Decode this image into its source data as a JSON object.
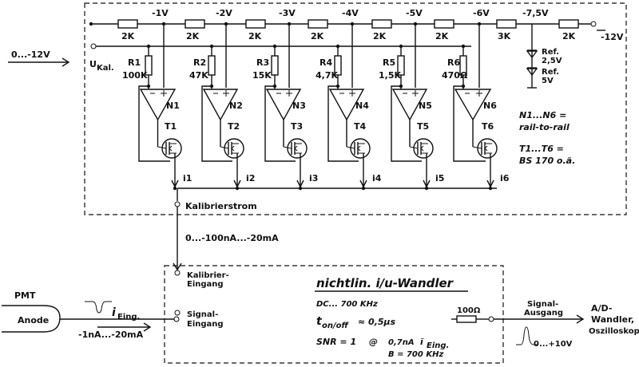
{
  "ladder": {
    "tap_voltages": [
      "-1V",
      "-2V",
      "-3V",
      "-4V",
      "-5V",
      "-6V",
      "-7,5V"
    ],
    "resistors": [
      "2K",
      "2K",
      "2K",
      "2K",
      "2K",
      "2K",
      "3K",
      "2K"
    ],
    "supply": "-12V"
  },
  "calibration_input": {
    "range": "0...-12V",
    "label_main": "U",
    "label_sub": "Kal."
  },
  "references": [
    {
      "line1": "Ref.",
      "line2": "2,5V"
    },
    {
      "line1": "Ref.",
      "line2": "5V"
    }
  ],
  "channels": [
    {
      "resistor": "R1",
      "value": "100K",
      "opamp": "N1",
      "transistor": "T1",
      "current": "i1"
    },
    {
      "resistor": "R2",
      "value": "47K",
      "opamp": "N2",
      "transistor": "T2",
      "current": "i2"
    },
    {
      "resistor": "R3",
      "value": "15K",
      "opamp": "N3",
      "transistor": "T3",
      "current": "i3"
    },
    {
      "resistor": "R4",
      "value": "4,7K",
      "opamp": "N4",
      "transistor": "T4",
      "current": "i4"
    },
    {
      "resistor": "R5",
      "value": "1,5K",
      "opamp": "N5",
      "transistor": "T5",
      "current": "i5"
    },
    {
      "resistor": "R6",
      "value": "470Ω",
      "opamp": "N6",
      "transistor": "T6",
      "current": "i6"
    }
  ],
  "opamp_note": {
    "line1": "N1...N6 =",
    "line2": "rail-to-rail"
  },
  "transistor_note": {
    "line1": "T1...T6 =",
    "line2": "BS 170 o.ä."
  },
  "calibration_current": {
    "label": "Kalibrierstrom",
    "range": "0...-100nA...-20mA"
  },
  "converter": {
    "title": "nichtlin. i/u-Wandler",
    "bandwidth": "DC... 700 KHz",
    "ton_main": "t",
    "ton_sub": "on/off",
    "ton_value": "≈ 0,5μs",
    "snr": "SNR = 1",
    "at": "@",
    "noise_value": "0,7nA",
    "noise_sym": "ĩ",
    "noise_sub": "Eing.",
    "bw_cond": "B = 700 KHz",
    "input_cal_line1": "Kalibrier-",
    "input_cal_line2": "Eingang",
    "input_sig_line1": "Signal-",
    "input_sig_line2": "Eingang",
    "out_resistor": "100Ω",
    "out_label_line1": "Signal-",
    "out_label_line2": "Ausgang",
    "out_range": "0...+10V"
  },
  "pmt": {
    "label": "PMT",
    "anode": "Anode",
    "current_sym": "i",
    "current_sub": "Eing.",
    "current_range": "-1nA...-20mA"
  },
  "destination": {
    "line1": "A/D-",
    "line2": "Wandler,",
    "line3": "Oszilloskop"
  }
}
